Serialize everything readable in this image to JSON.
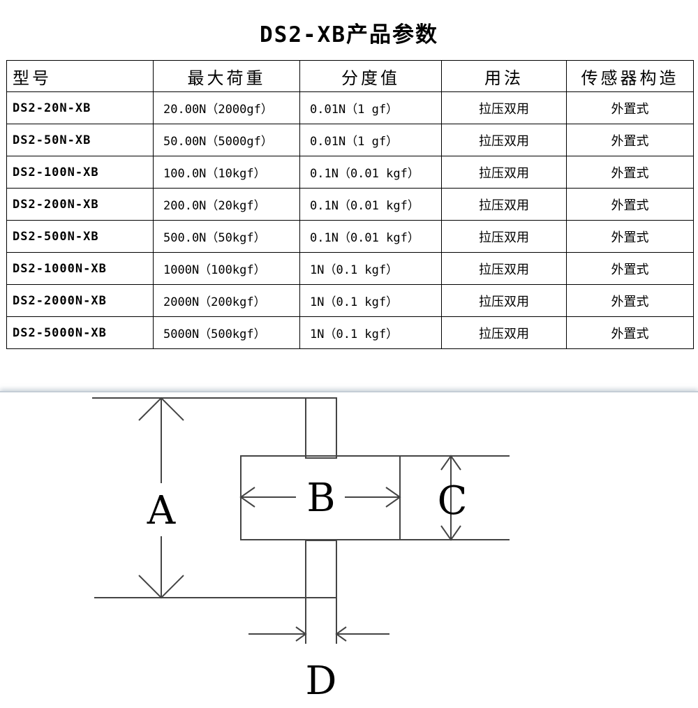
{
  "title": "DS2-XB产品参数",
  "table": {
    "headers": [
      "型号",
      "最大荷重",
      "分度值",
      "用法",
      "传感器构造"
    ],
    "rows": [
      [
        "DS2-20N-XB",
        "20.00N（2000gf）",
        "0.01N（1 gf）",
        "拉压双用",
        "外置式"
      ],
      [
        "DS2-50N-XB",
        "50.00N（5000gf）",
        "0.01N（1 gf）",
        "拉压双用",
        "外置式"
      ],
      [
        "DS2-100N-XB",
        "100.0N（10kgf）",
        "0.1N（0.01 kgf）",
        "拉压双用",
        "外置式"
      ],
      [
        "DS2-200N-XB",
        "200.0N（20kgf）",
        "0.1N（0.01 kgf）",
        "拉压双用",
        "外置式"
      ],
      [
        "DS2-500N-XB",
        "500.0N（50kgf）",
        "0.1N（0.01 kgf）",
        "拉压双用",
        "外置式"
      ],
      [
        "DS2-1000N-XB",
        "1000N（100kgf）",
        "1N（0.1 kgf）",
        "拉压双用",
        "外置式"
      ],
      [
        "DS2-2000N-XB",
        "2000N（200kgf）",
        "1N（0.1 kgf）",
        "拉压双用",
        "外置式"
      ],
      [
        "DS2-5000N-XB",
        "5000N（500kgf）",
        "1N（0.1 kgf）",
        "拉压双用",
        "外置式"
      ]
    ]
  },
  "drawing": {
    "labels": {
      "a": "A",
      "b": "B",
      "c": "C",
      "d": "D"
    }
  },
  "colors": {
    "line": "#444444",
    "panel_border": "#c4cdd6"
  }
}
